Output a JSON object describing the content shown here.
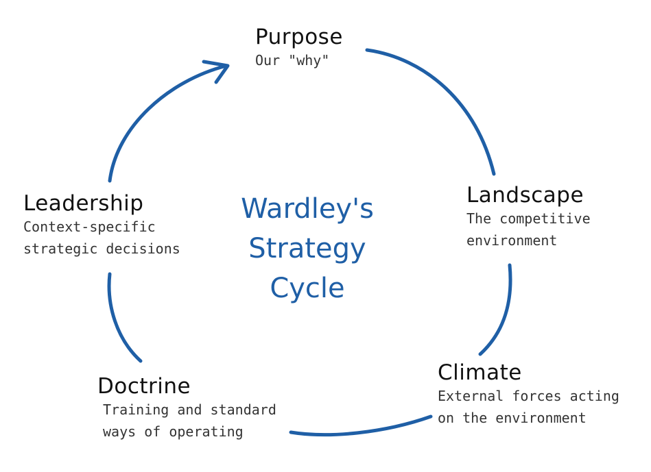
{
  "diagram": {
    "center_title_lines": [
      "Wardley's",
      "Strategy",
      "Cycle"
    ],
    "accent_color": "#1f5fa6",
    "nodes": {
      "purpose": {
        "title": "Purpose",
        "description": [
          "Our \"why\""
        ]
      },
      "landscape": {
        "title": "Landscape",
        "description": [
          "The competitive",
          "environment"
        ]
      },
      "climate": {
        "title": "Climate",
        "description": [
          "External forces acting",
          "on the environment"
        ]
      },
      "doctrine": {
        "title": "Doctrine",
        "description": [
          "Training and standard",
          "ways of operating"
        ]
      },
      "leadership": {
        "title": "Leadership",
        "description": [
          "Context-specific",
          "strategic decisions"
        ]
      }
    }
  }
}
